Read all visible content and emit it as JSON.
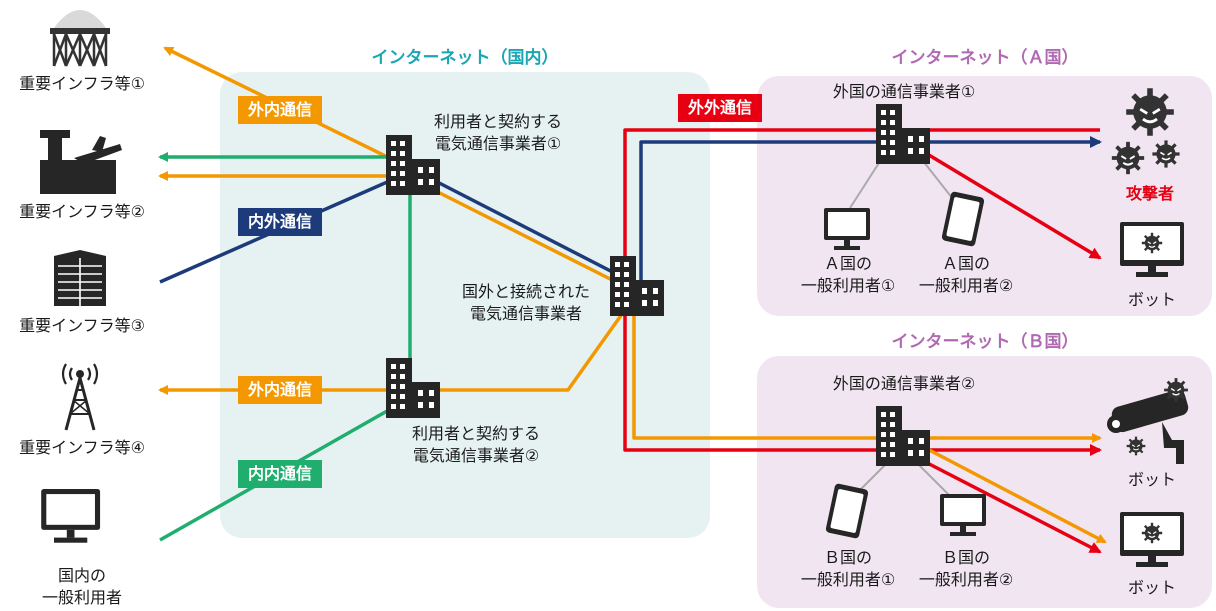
{
  "colors": {
    "orange": "#f39800",
    "green": "#1fae6e",
    "navy": "#1d3b7a",
    "red": "#e60012",
    "domestic_zone": "#e6f2f2",
    "foreign_zone": "#f1e5f1",
    "domestic_title": "#1aa6b3",
    "foreign_title": "#b06ab3",
    "attacker_text": "#e60012"
  },
  "zones": {
    "domestic": "インターネット（国内）",
    "country_a": "インターネット（Ａ国）",
    "country_b": "インターネット（Ｂ国）"
  },
  "left_nodes": [
    {
      "label": "重要インフラ等①",
      "icon": "dome-tank-icon"
    },
    {
      "label": "重要インフラ等②",
      "icon": "airport-icon"
    },
    {
      "label": "重要インフラ等③",
      "icon": "building-icon"
    },
    {
      "label": "重要インフラ等④",
      "icon": "radio-tower-icon"
    },
    {
      "label_lines": [
        "国内の",
        "一般利用者"
      ],
      "icon": "monitor-icon"
    }
  ],
  "carriers": {
    "contract1": [
      "利用者と契約する",
      "電気通信事業者①"
    ],
    "contract2": [
      "利用者と契約する",
      "電気通信事業者②"
    ],
    "gateway": [
      "国外と接続された",
      "電気通信事業者"
    ],
    "foreign1": "外国の通信事業者①",
    "foreign2": "外国の通信事業者②"
  },
  "tags": {
    "outer_inner_1": "外内通信",
    "inner_outer": "内外通信",
    "outer_inner_2": "外内通信",
    "inner_inner": "内内通信",
    "outer_outer": "外外通信"
  },
  "foreign_users": {
    "a1": [
      "Ａ国の",
      "一般利用者①"
    ],
    "a2": [
      "Ａ国の",
      "一般利用者②"
    ],
    "b1": [
      "Ｂ国の",
      "一般利用者①"
    ],
    "b2": [
      "Ｂ国の",
      "一般利用者②"
    ]
  },
  "attacker": "攻撃者",
  "bot_label": "ボット"
}
